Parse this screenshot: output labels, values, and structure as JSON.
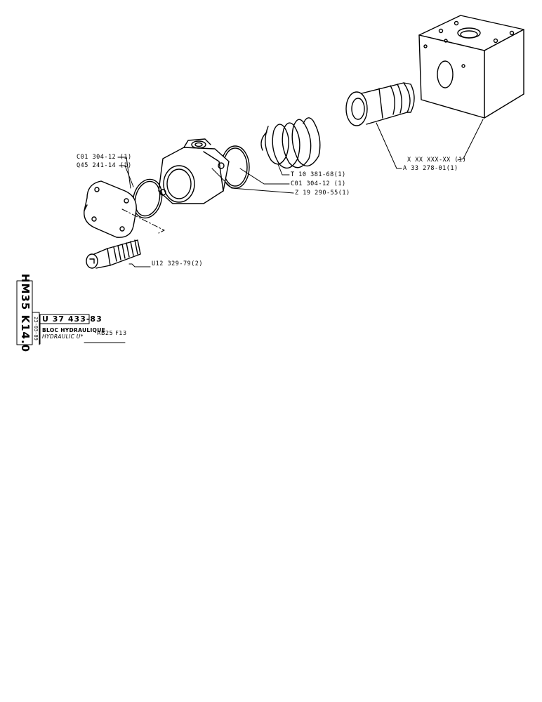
{
  "labels": {
    "bolt": "U12 329-79(2)",
    "oring_left": "C01 304-12 (1)",
    "cover": "Q45 241-14 (1)",
    "spring": "T 10 381-68(1)",
    "oring_right": "C01 304-12 (1)",
    "housing": "Z 19 290-55(1)",
    "block": "X XX XXX-XX (1)",
    "valve": "A 33 278-01(1)"
  },
  "title_block": {
    "drawing_code": "HM35 K14.0",
    "date": "23-03-89",
    "part_number": "U 37 433-83",
    "title_fr": "BLOC HYDRAULIQUE",
    "title_en": "HYDRAULIC U*",
    "model": "RB25 F13"
  },
  "colors": {
    "ink": "#000000",
    "paper": "#ffffff"
  }
}
